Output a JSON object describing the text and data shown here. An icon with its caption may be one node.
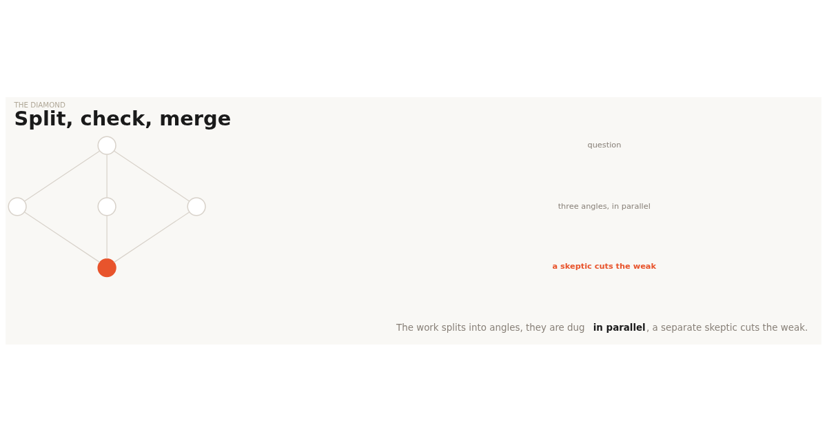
{
  "diagram": {
    "title": "Split, check, merge",
    "caption": "The work splits into angles, they are dug **in parallel**, a separate skeptic cuts the weak.",
    "nodes": [
      {
        "text": [],
        "shape": "circle"
      },
      {
        "text": [],
        "shape": "circle"
      },
      {
        "text": [],
        "shape": "circle"
      },
      {
        "text": [],
        "shape": "circle"
      },
      {
        "text": [],
        "shape": "circle"
      }
    ],
    "edges": [
      {
        "from": 0,
        "to": 1,
        "arrow": "none"
      },
      {
        "from": 0,
        "to": 2,
        "arrow": "none"
      },
      {
        "from": 0,
        "to": 3,
        "arrow": "none"
      },
      {
        "from": 1,
        "to": 4,
        "arrow": "none"
      },
      {
        "from": 2,
        "to": 4,
        "arrow": "none"
      },
      {
        "from": 3,
        "to": 4,
        "arrow": "none"
      }
    ],
    "labels": [
      "THE DIAMOND",
      "question",
      "three angles, in parallel",
      "a skeptic cuts the weak"
    ]
  }
}
